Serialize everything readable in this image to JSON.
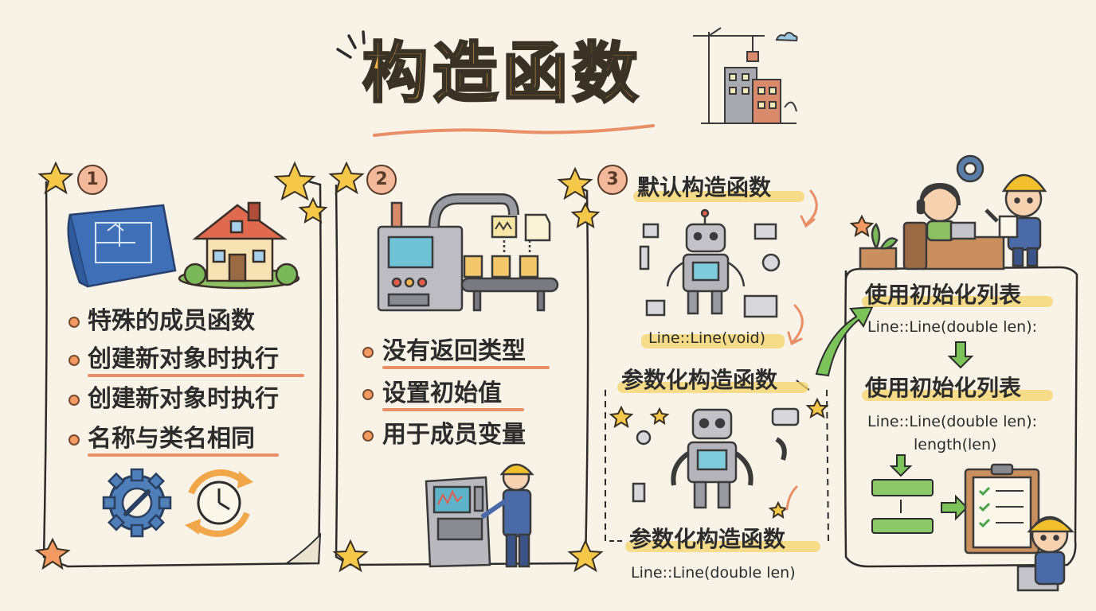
{
  "title": "构造函数",
  "panels": [
    {
      "number": "1",
      "bullets": [
        "特殊的成员函数",
        "创建新对象时执行",
        "创建新对象时执行",
        "名称与类名相同"
      ]
    },
    {
      "number": "2",
      "bullets": [
        "没有返回类型",
        "设置初始值",
        "用于成员变量"
      ]
    },
    {
      "number": "3",
      "default_heading": "默认构造函数",
      "default_code": "Line::Line(void)",
      "param_heading_top": "参数化构造函数",
      "param_heading_bottom": "参数化构造函数",
      "param_code": "Line::Line(double len)"
    }
  ],
  "init_list": {
    "heading_1": "使用初始化列表",
    "code_1": "Line::Line(double len):",
    "heading_2": "使用初始化列表",
    "code_2_line1": "Line::Line(double len):",
    "code_2_line2": "length(len)"
  },
  "icons": [
    "blueprint-icon",
    "house-icon",
    "gear-wrench-icon",
    "clock-cycle-icon",
    "factory-machine-icon",
    "worker-control-panel-icon",
    "robot-icon",
    "construction-crane-icon",
    "engineer-team-icon",
    "checklist-clipboard-icon",
    "star-icon"
  ],
  "colors": {
    "background": "#f8f3e6",
    "title_fill": "#f2b24c",
    "bullet_dot": "#f29a62",
    "highlight": "#f6d36a",
    "underline": "#e98f67",
    "arrow_green": "#7cc35a"
  }
}
